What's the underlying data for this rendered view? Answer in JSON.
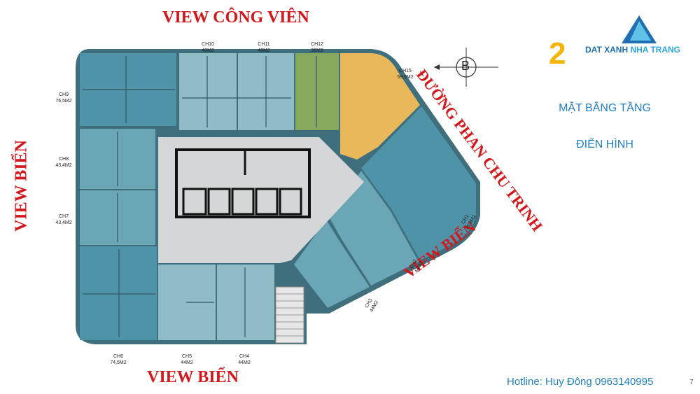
{
  "views": {
    "top": "VIEW CÔNG VIÊN",
    "left": "VIEW BIỂN",
    "bottom": "VIEW BIỂN",
    "right_bottom": "VIEW BIỂN",
    "street": "ĐƯỜNG PHAN CHU TRINH"
  },
  "compass": {
    "label": "B"
  },
  "page_number": "2",
  "logo": {
    "part1": "DAT XANH",
    "part2": "NHA TRANG"
  },
  "title": {
    "line1": "MẶT BẰNG TẦNG",
    "line2": "ĐIỂN HÌNH"
  },
  "hotline": "Hotline: Huy Đông 0963140995",
  "page_counter": "7",
  "units": [
    {
      "name": "CH10",
      "area": "48M2"
    },
    {
      "name": "CH11",
      "area": "48M2"
    },
    {
      "name": "CH12",
      "area": "36M2"
    },
    {
      "name": "CH15",
      "area": "59,5M2"
    },
    {
      "name": "CH9",
      "area": "76,5M2"
    },
    {
      "name": "CH8",
      "area": "43,4M2"
    },
    {
      "name": "CH7",
      "area": "43,4M2"
    },
    {
      "name": "CH1",
      "area": "76,8M2"
    },
    {
      "name": "CH2",
      "area": "44M2"
    },
    {
      "name": "CH3",
      "area": "44M2"
    },
    {
      "name": "CH6",
      "area": "74,5M2"
    },
    {
      "name": "CH5",
      "area": "44M2"
    },
    {
      "name": "CH4",
      "area": "44M2"
    }
  ],
  "colors": {
    "unit_teal": "#4f93a8",
    "unit_light": "#8fbcc6",
    "unit_mid": "#6aa6b6",
    "unit_green": "#86a85f",
    "unit_yellow": "#e8b85a",
    "core_gray": "#d4d6d8",
    "view_red": "#d4171a",
    "brand_blue": "#1f7fbf",
    "page_number_yellow": "#f4b400"
  }
}
